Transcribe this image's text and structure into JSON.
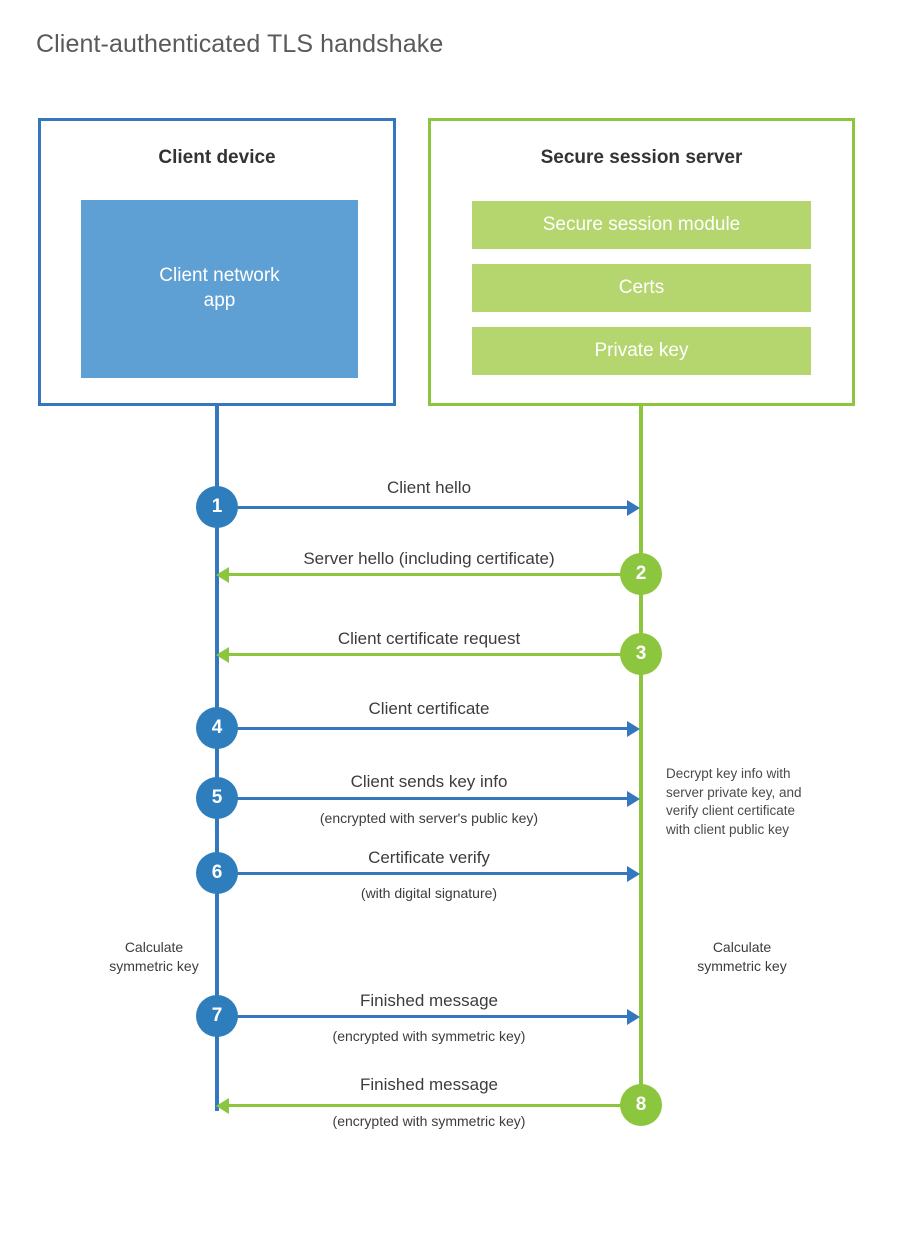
{
  "page": {
    "title": "Client-authenticated TLS handshake"
  },
  "colors": {
    "client_blue": "#3477bc",
    "client_circle_blue": "#2e7ebd",
    "client_app_blue": "#5fa0d4",
    "server_green": "#8cc63e",
    "server_module_green": "#b5d66e",
    "title_gray": "#5a5a5a",
    "text_gray": "#3c3c3c"
  },
  "client": {
    "title": "Client device",
    "app_label": "Client network\napp",
    "app_label_line1": "Client network",
    "app_label_line2": "app",
    "calc_note_line1": "Calculate",
    "calc_note_line2": "symmetric key"
  },
  "server": {
    "title": "Secure session server",
    "modules": [
      {
        "label": "Secure session module"
      },
      {
        "label": "Certs"
      },
      {
        "label": "Private key"
      }
    ],
    "decrypt_note_line1": "Decrypt key info with",
    "decrypt_note_line2": "server private key, and",
    "decrypt_note_line3": "verify client certificate",
    "decrypt_note_line4": "with client public key",
    "calc_note_line1": "Calculate",
    "calc_note_line2": "symmetric key"
  },
  "steps": [
    {
      "number": "1",
      "label": "Client hello",
      "sublabel": "",
      "direction": "client-to-server",
      "color": "blue"
    },
    {
      "number": "2",
      "label": "Server hello (including certificate)",
      "sublabel": "",
      "direction": "server-to-client",
      "color": "green"
    },
    {
      "number": "3",
      "label": "Client certificate request",
      "sublabel": "",
      "direction": "server-to-client",
      "color": "green"
    },
    {
      "number": "4",
      "label": "Client certificate",
      "sublabel": "",
      "direction": "client-to-server",
      "color": "blue"
    },
    {
      "number": "5",
      "label": "Client sends key info",
      "sublabel": "(encrypted with server's public key)",
      "direction": "client-to-server",
      "color": "blue"
    },
    {
      "number": "6",
      "label": "Certificate verify",
      "sublabel": "(with digital signature)",
      "direction": "client-to-server",
      "color": "blue"
    },
    {
      "number": "7",
      "label": "Finished message",
      "sublabel": "(encrypted with symmetric key)",
      "direction": "client-to-server",
      "color": "blue"
    },
    {
      "number": "8",
      "label": "Finished message",
      "sublabel": "(encrypted with symmetric key)",
      "direction": "server-to-client",
      "color": "green"
    }
  ]
}
